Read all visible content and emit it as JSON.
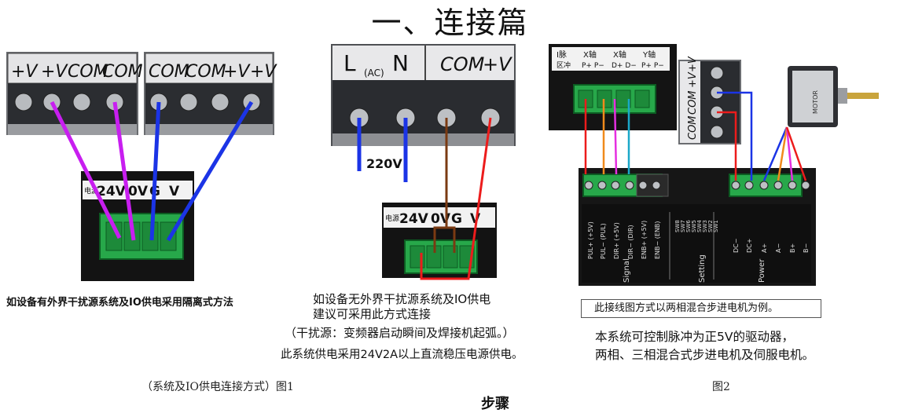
{
  "title": "一、连接篇",
  "fig1": {
    "terminals_left": [
      "+V",
      "+V",
      "COM",
      "COM"
    ],
    "terminals_right": [
      "COM",
      "COM",
      "+V",
      "+V"
    ],
    "panel_label": "电源",
    "port_labels": [
      "24V",
      "0V",
      "G",
      "V"
    ],
    "caption": "如设备有外界干扰源系统及IO供电采用隔离式方法"
  },
  "fig_mid": {
    "terminal_labels": [
      "L",
      "(AC)",
      "N",
      "COM",
      "+V"
    ],
    "voltage": "220V",
    "panel_label": "电源",
    "port_labels": [
      "24V",
      "0V",
      "G",
      "V"
    ],
    "note_line1": "如设备无外界干扰源系统及IO供电",
    "note_line2": "建议可采用此方式连接",
    "note_line3": "（干扰源：变频器启动瞬间及焊接机起弧。）",
    "note_line4": "此系统供电采用24V2A以上直流稳压电源供电。"
  },
  "fig2": {
    "axis_header": [
      {
        "title": "I脉",
        "sub": "区冲"
      },
      {
        "title": "X轴",
        "sub": "P+  P−"
      },
      {
        "title": "X轴",
        "sub": "D+  D−"
      },
      {
        "title": "Y轴",
        "sub": "P+  P−"
      }
    ],
    "psu_labels": [
      "COM",
      "COM",
      "+V",
      "+V"
    ],
    "motor_text": "MOTOR",
    "driver_left_labels": [
      "PUL+ (+5V)",
      "PUL− (PUL)",
      "DIR+ (+5V)",
      "DIR− (DIR)",
      "ENB+ (+5V)",
      "ENB− (ENB)"
    ],
    "signal_label": "Signal",
    "setting_label": "Setting",
    "sw_labels": [
      "SW8",
      "SW7",
      "SW6",
      "SW5",
      "SW4",
      "SW3",
      "SW2",
      "SW1"
    ],
    "power_labels": [
      "DC−",
      "DC+",
      "A+",
      "A−",
      "B+",
      "B−"
    ],
    "power_group_label": "Power",
    "example_note": "此接线图方式以两相混合步进电机为例。",
    "note_line1": "本系统可控制脉冲为正5V的驱动器，",
    "note_line2": "两相、三相混合式步进电机及伺服电机。"
  },
  "figure_caption_1": "（系统及IO供电连接方式）图1",
  "figure_caption_2": "图2",
  "footer_fragment": "步骤"
}
